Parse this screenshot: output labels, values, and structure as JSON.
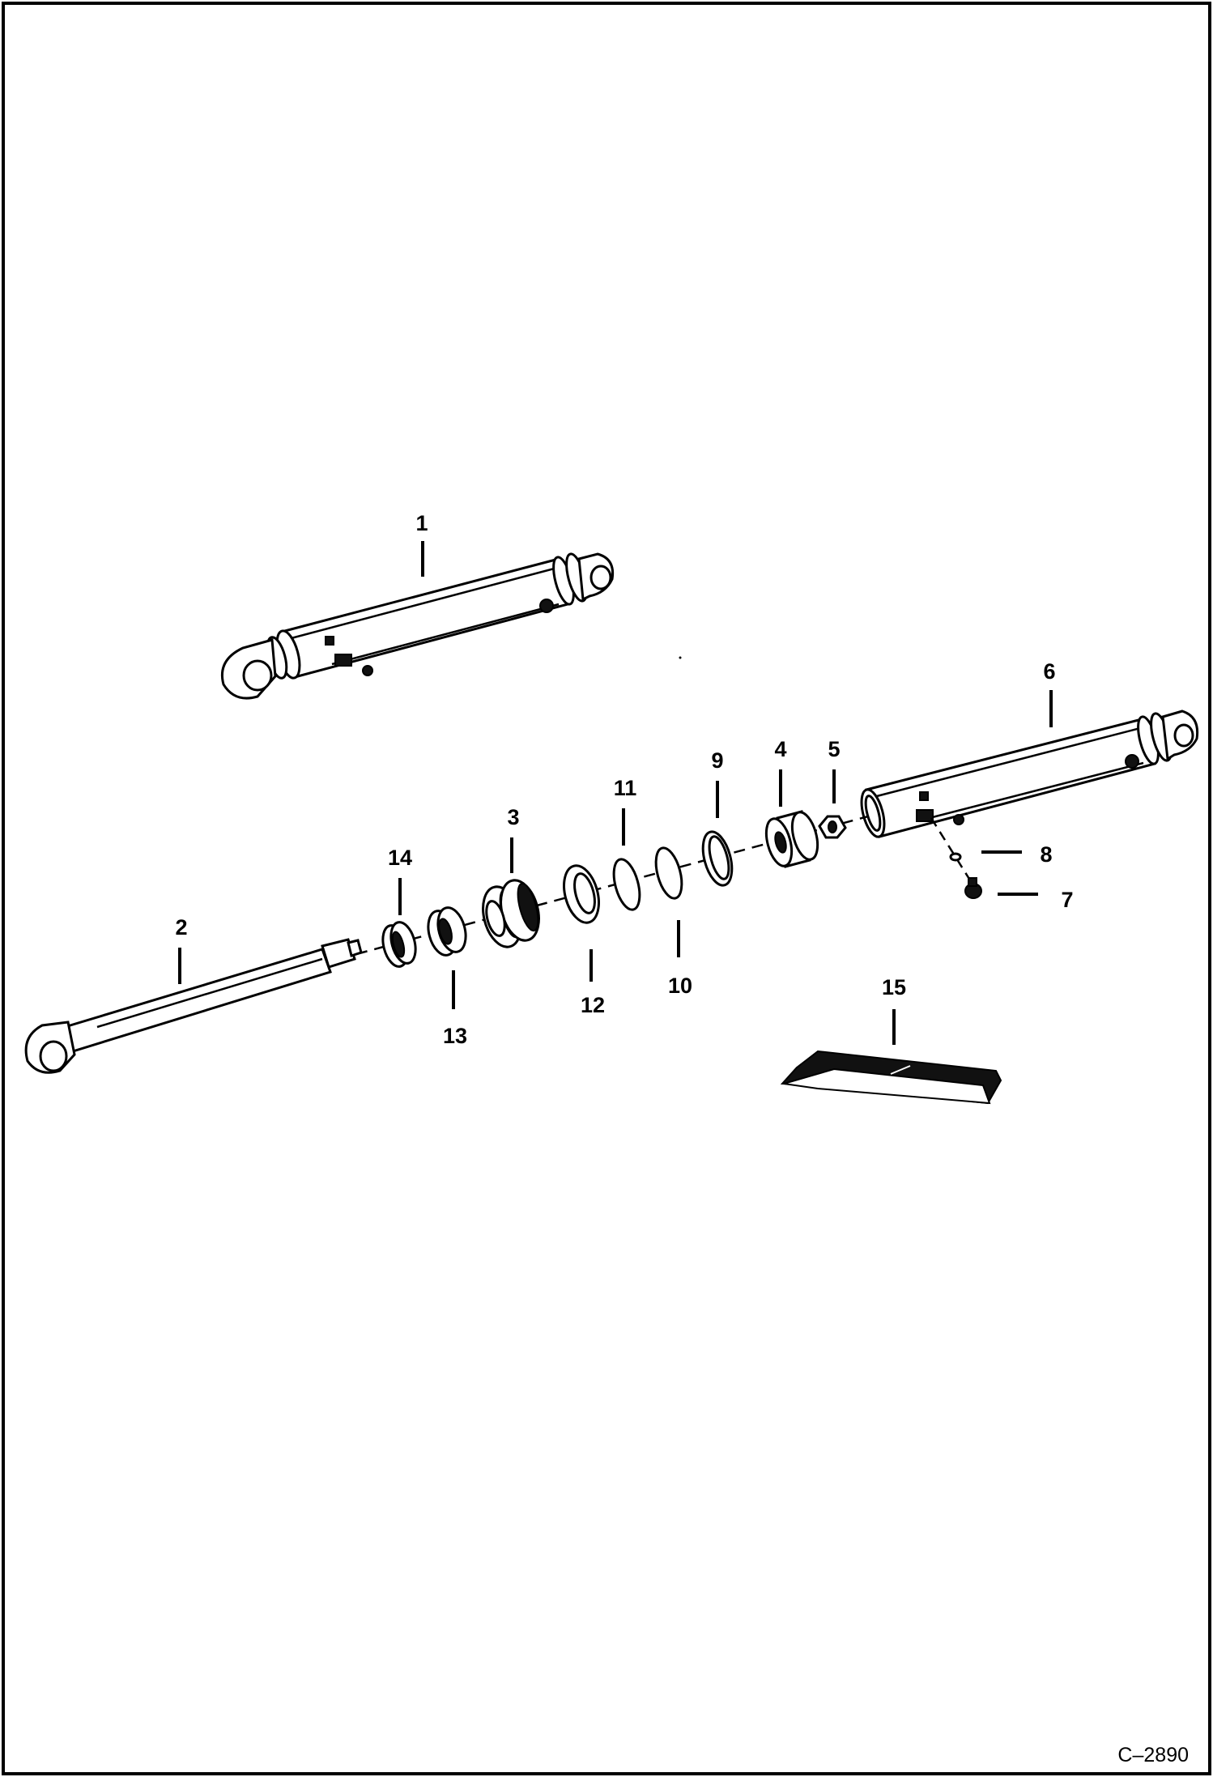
{
  "callouts": {
    "p1": "1",
    "p2": "2",
    "p3": "3",
    "p4": "4",
    "p5": "5",
    "p6": "6",
    "p7": "7",
    "p8": "8",
    "p9": "9",
    "p10": "10",
    "p11": "11",
    "p12": "12",
    "p13": "13",
    "p14": "14",
    "p15": "15"
  },
  "figure_code": "C–2890"
}
